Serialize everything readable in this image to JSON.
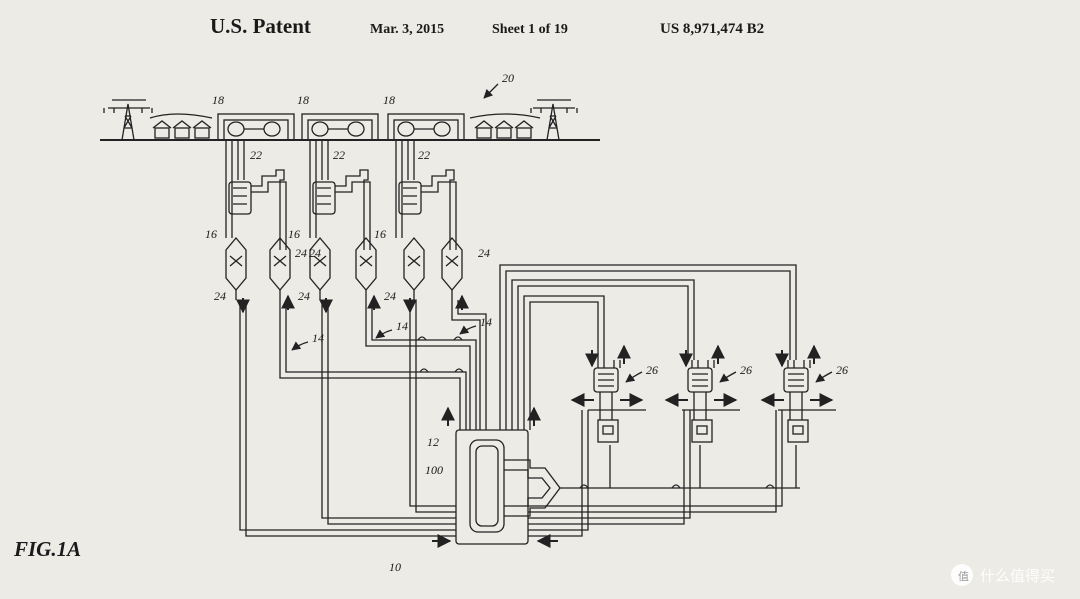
{
  "header": {
    "title": "U.S. Patent",
    "date": "Mar. 3, 2015",
    "sheet": "Sheet 1 of 19",
    "patent_number": "US 8,971,474 B2"
  },
  "figure_label": "FIG.1A",
  "reference_numerals": {
    "grid": "20",
    "stations": [
      "18",
      "18",
      "18"
    ],
    "headers": [
      "22",
      "22",
      "22"
    ],
    "heat_exchangers": [
      "16",
      "16",
      "16"
    ],
    "units_right": [
      "24",
      "24",
      "24"
    ],
    "units_left": [
      "24",
      "24",
      "24"
    ],
    "pipes": [
      "14",
      "14",
      "14"
    ],
    "loads": [
      "26",
      "26",
      "26"
    ],
    "feed_line": "12",
    "controller": "100",
    "system": "10"
  },
  "watermark": {
    "text": "值 什么值得买",
    "icon": "badge-icon"
  },
  "colors": {
    "paper": "#ecebe6",
    "ink": "#1a1a1a"
  }
}
